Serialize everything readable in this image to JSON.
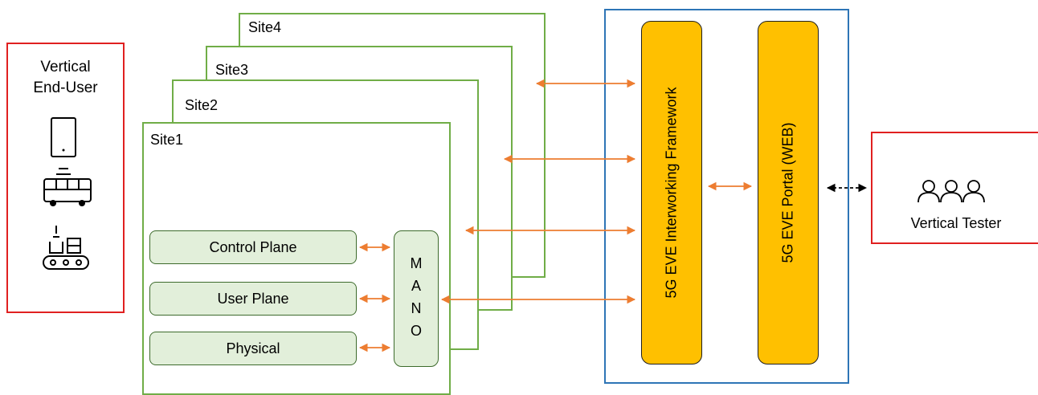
{
  "end_user": {
    "title_line1": "Vertical",
    "title_line2": "End-User",
    "icons": [
      "tablet-icon",
      "bus-icon",
      "factory-conveyor-icon"
    ]
  },
  "sites": [
    "Site4",
    "Site3",
    "Site2",
    "Site1"
  ],
  "planes": [
    "Control Plane",
    "User Plane",
    "Physical"
  ],
  "mano_letters": [
    "M",
    "A",
    "N",
    "O"
  ],
  "interworking_label": "5G EVE Interworking Framework",
  "portal_label": "5G EVE Portal (WEB)",
  "tester": {
    "label": "Vertical Tester",
    "icon": "people-group-icon"
  },
  "colors": {
    "site_border": "#70ad47",
    "end_user_border": "#e02020",
    "framework_border": "#2e75b6",
    "framework_fill": "#ffc000",
    "plane_fill": "#e2efda",
    "arrow": "#ed7d31"
  }
}
